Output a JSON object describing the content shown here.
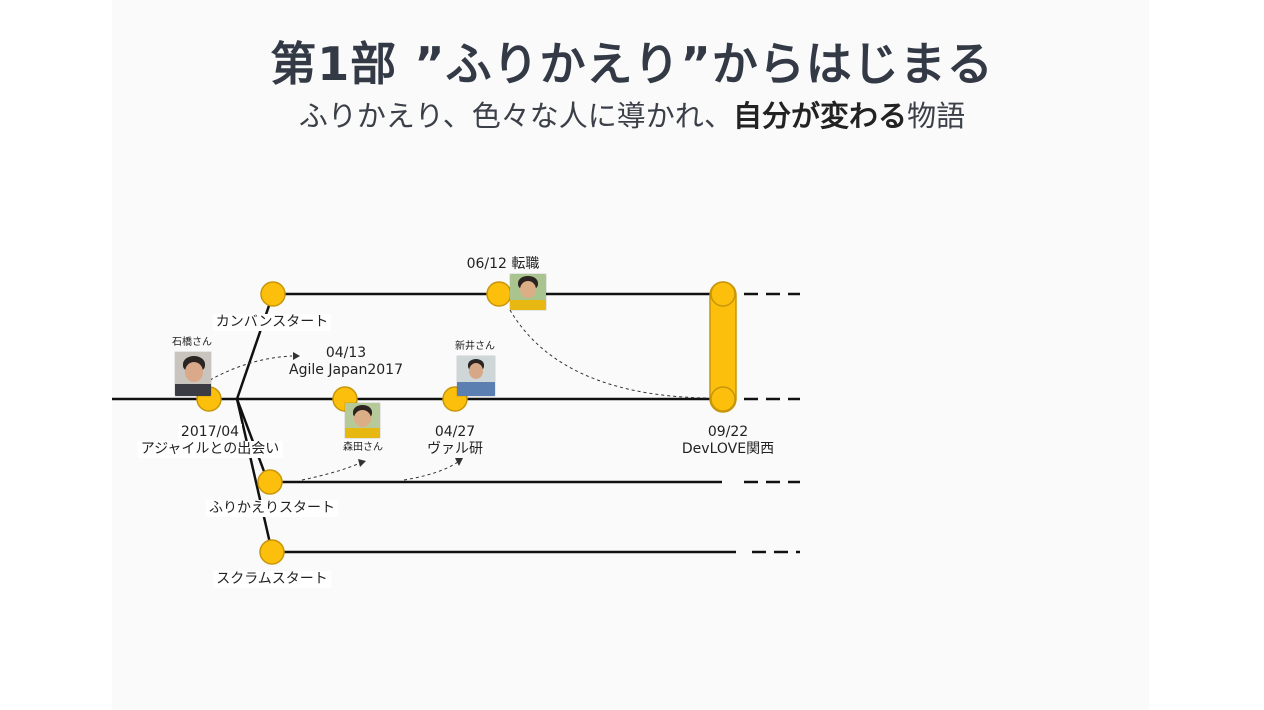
{
  "title": "第1部 ”ふりかえり”からはじまる",
  "subtitle": {
    "part1": "ふりかえり、色々な人に導かれ、",
    "bold": "自分が変わる",
    "part2": "物語"
  },
  "colors": {
    "node": "#fbbf0c",
    "node_stroke": "#c8960a",
    "line": "#111111"
  },
  "events": {
    "kanban_start": "カンバンスタート",
    "job_change": "06/12 転職",
    "agile_japan_date": "04/13",
    "agile_japan_name": "Agile Japan2017",
    "ishibashi": "石橋さん",
    "arai": "新井さん",
    "morita": "森田さん",
    "agile_meet_date": "2017/04",
    "agile_meet_name": "アジャイルとの出会い",
    "varu_date": "04/27",
    "varu_name": "ヴァル研",
    "devlove_date": "09/22",
    "devlove_name": "DevLOVE関西",
    "retro_start": "ふりかえりスタート",
    "scrum_start": "スクラムスタート"
  },
  "icons": {
    "photo_ishibashi": "person-photo-icon",
    "photo_morita": "person-photo-icon",
    "photo_arai": "person-photo-icon",
    "photo_self": "person-photo-icon"
  }
}
